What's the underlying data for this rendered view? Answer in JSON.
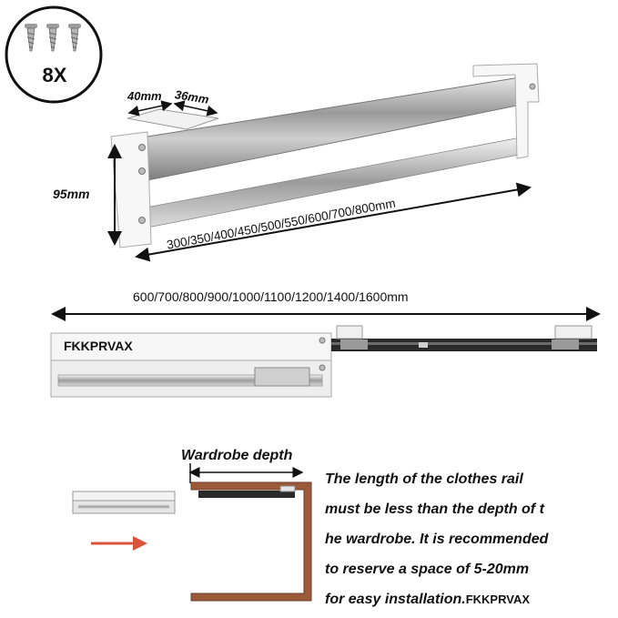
{
  "hardware": {
    "quantity_label": "8X",
    "icon": "screw-icon"
  },
  "top_rail": {
    "dim_width": "40mm",
    "dim_depth": "36mm",
    "dim_height": "95mm",
    "dim_lengths": "300/350/400/450/500/550/600/700/800mm"
  },
  "extended_rail": {
    "dim_extended_lengths": "600/700/800/900/1000/1100/1200/1400/1600mm",
    "brand": "FKKPRVAX"
  },
  "install": {
    "depth_label": "Wardrobe depth",
    "note_lines": [
      "The length of the clothes rail",
      "must be less than the depth of t",
      "he wardrobe. It is recommended",
      "to reserve a space of 5-20mm",
      "for easy installation."
    ],
    "note_brand": "FKKPRVAX",
    "arrow_color": "#d9543c",
    "wood_color": "#9a5a3a"
  }
}
